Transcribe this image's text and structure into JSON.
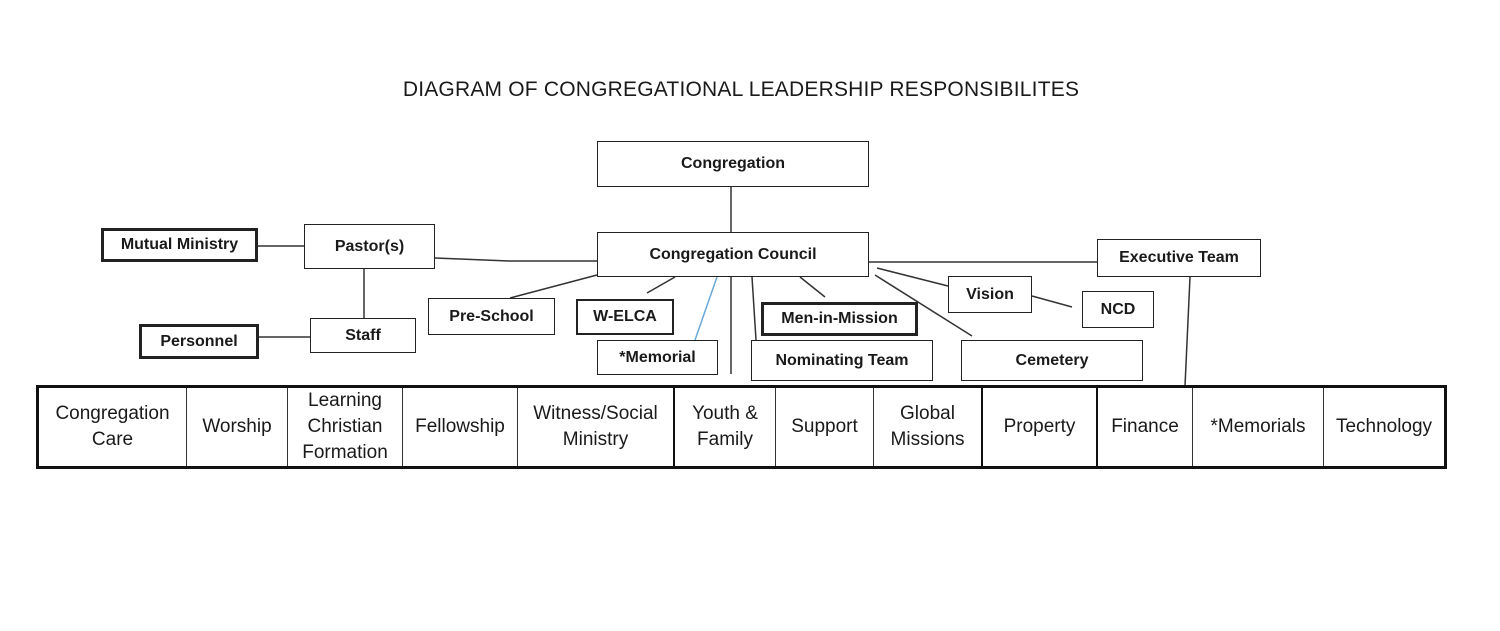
{
  "diagram": {
    "title": "DIAGRAM OF CONGREGATIONAL LEADERSHIP RESPONSIBILITES",
    "nodes": {
      "congregation": "Congregation",
      "congregation_council": "Congregation Council",
      "mutual_ministry": "Mutual Ministry",
      "pastors": "Pastor(s)",
      "executive_team": "Executive Team",
      "pre_school": "Pre-School",
      "welca": "W-ELCA",
      "men_in_mission": "Men-in-Mission",
      "vision": "Vision",
      "ncd": "NCD",
      "personnel": "Personnel",
      "staff": "Staff",
      "memorial": "*Memorial",
      "nominating_team": "Nominating Team",
      "cemetery": "Cemetery"
    },
    "ministries": [
      "Congregation\nCare",
      "Worship",
      "Learning\nChristian\nFormation",
      "Fellowship",
      "Witness/Social\nMinistry",
      "Youth &\nFamily",
      "Support",
      "Global\nMissions",
      "Property",
      "Finance",
      "*Memorials",
      "Technology"
    ]
  }
}
